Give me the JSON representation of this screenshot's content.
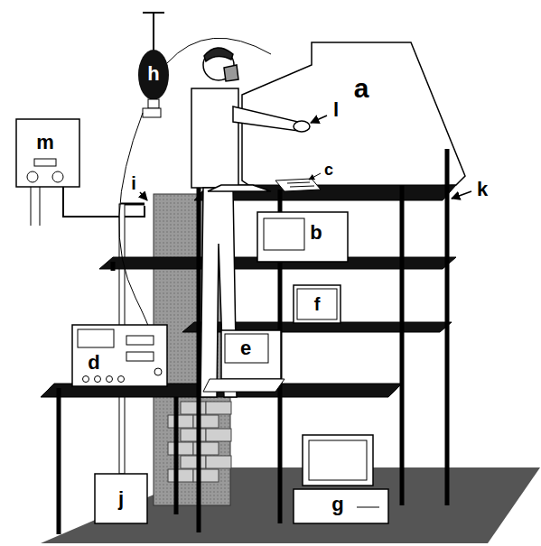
{
  "diagram": {
    "labels": [
      "h",
      "a",
      "m",
      "l",
      "i",
      "c",
      "k",
      "b",
      "f",
      "d",
      "e",
      "g",
      "j"
    ]
  }
}
